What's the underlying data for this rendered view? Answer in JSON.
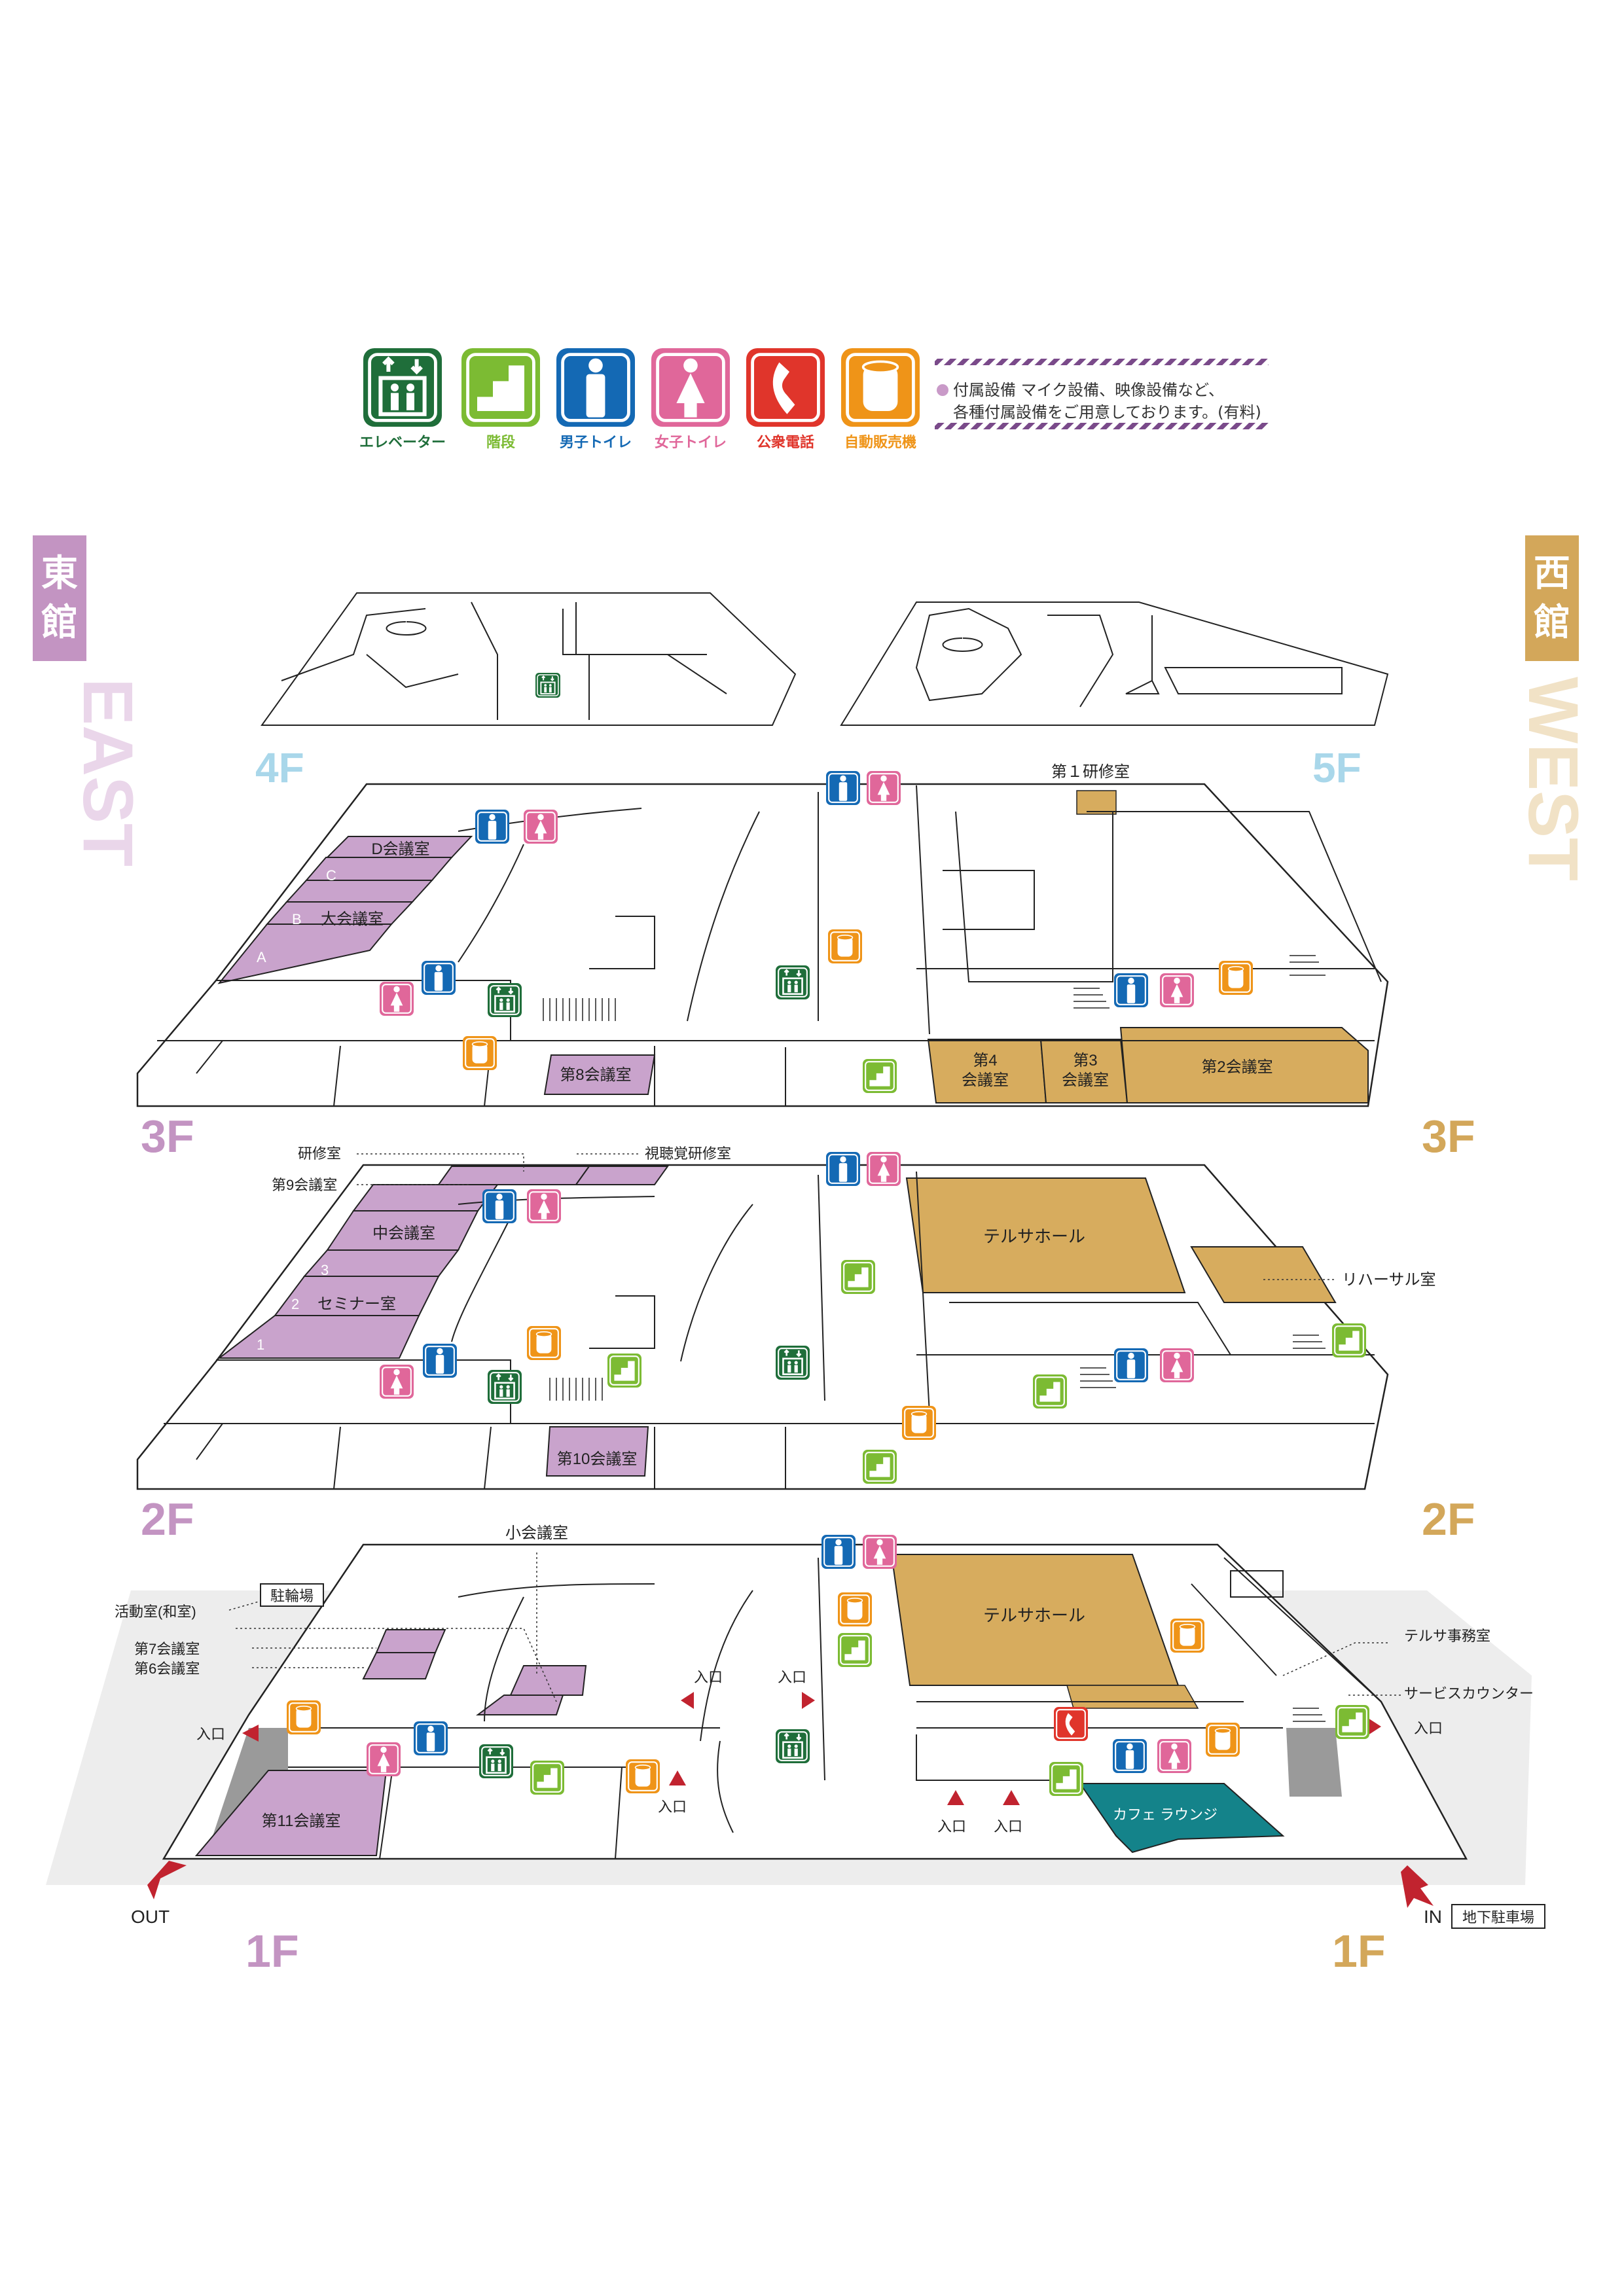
{
  "legend": {
    "items": [
      {
        "key": "elevator",
        "label": "エレベーター",
        "color": "#1f6e3a",
        "icon": "elevator-icon"
      },
      {
        "key": "stairs",
        "label": "階段",
        "color": "#7cbb33",
        "icon": "stairs-icon"
      },
      {
        "key": "men",
        "label": "男子トイレ",
        "color": "#1469b4",
        "icon": "men-restroom-icon"
      },
      {
        "key": "women",
        "label": "女子トイレ",
        "color": "#e0679a",
        "icon": "women-restroom-icon"
      },
      {
        "key": "phone",
        "label": "公衆電話",
        "color": "#e0352b",
        "icon": "phone-icon"
      },
      {
        "key": "vending",
        "label": "自動販売機",
        "color": "#ef9418",
        "icon": "vending-machine-icon"
      }
    ],
    "note_line1": "付属設備 マイク設備、映像設備など、",
    "note_line2": "各種付属設備をご用意しております。(有料)"
  },
  "buildings": {
    "east": {
      "kanji1": "東",
      "kanji2": "館",
      "english": "EAST",
      "color": "#c394c2",
      "light": "#e8d0e8"
    },
    "west": {
      "kanji1": "西",
      "kanji2": "館",
      "english": "WEST",
      "color": "#d3a75a",
      "light": "#f0e2c4"
    }
  },
  "floors": {
    "f4": "4F",
    "f5": "5F",
    "f3": "3F",
    "f2": "2F",
    "f1": "1F"
  },
  "rooms": {
    "f5_kenshu1": "第１研修室",
    "f3_d": "D会議室",
    "f3_c": "C",
    "f3_b": "B",
    "f3_a": "A",
    "f3_dai": "大会議室",
    "f3_dai8": "第8会議室",
    "f3_dai4": "第4\n会議室",
    "f3_dai3": "第3\n会議室",
    "f3_dai2": "第2会議室",
    "f2_kenshu": "研修室",
    "f2_dai9": "第9会議室",
    "f2_shichokaku": "視聴覚研修室",
    "f2_naka": "中会議室",
    "f2_3": "3",
    "f2_2": "2",
    "f2_1": "1",
    "f2_seminar": "セミナー室",
    "f2_dai10": "第10会議室",
    "f2_hall": "テルサホール",
    "f2_rehearsal": "リハーサル室",
    "f1_sho": "小会議室",
    "f1_bike": "駐輪場",
    "f1_katsudo": "活動室(和室)",
    "f1_dai7": "第7会議室",
    "f1_dai6": "第6会議室",
    "f1_dai11": "第11会議室",
    "f1_hall": "テルサホール",
    "f1_office": "テルサ事務室",
    "f1_service": "サービスカウンター",
    "f1_cafe": "カフェ ラウンジ",
    "entrance": "入口",
    "out": "OUT",
    "in": "IN",
    "parking": "地下駐車場"
  }
}
